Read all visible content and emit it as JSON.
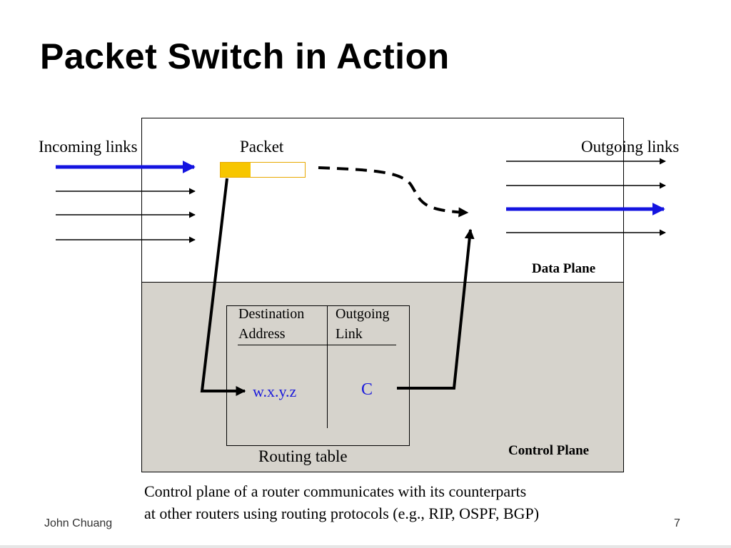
{
  "slide": {
    "title": "Packet Switch in Action",
    "footer_author": "John Chuang",
    "page_number": "7"
  },
  "diagram": {
    "incoming_label": "Incoming links",
    "packet_label": "Packet",
    "outgoing_label": "Outgoing links",
    "data_plane_label": "Data Plane",
    "control_plane_label": "Control Plane",
    "routing_table": {
      "caption": "Routing table",
      "col1_header_line1": "Destination",
      "col1_header_line2": "Address",
      "col2_header_line1": "Outgoing",
      "col2_header_line2": "Link",
      "entry_address": "w.x.y.z",
      "entry_link": "C"
    },
    "caption_line1": "Control plane of a router communicates with its counterparts",
    "caption_line2": "at other routers using routing protocols (e.g., RIP, OSPF, BGP)",
    "colors": {
      "active_link": "#1414e0",
      "packet_header": "#f7c600",
      "packet_border": "#e8a800",
      "control_plane_bg": "#d6d3cc",
      "table_entry_text": "#1a1adb"
    }
  }
}
